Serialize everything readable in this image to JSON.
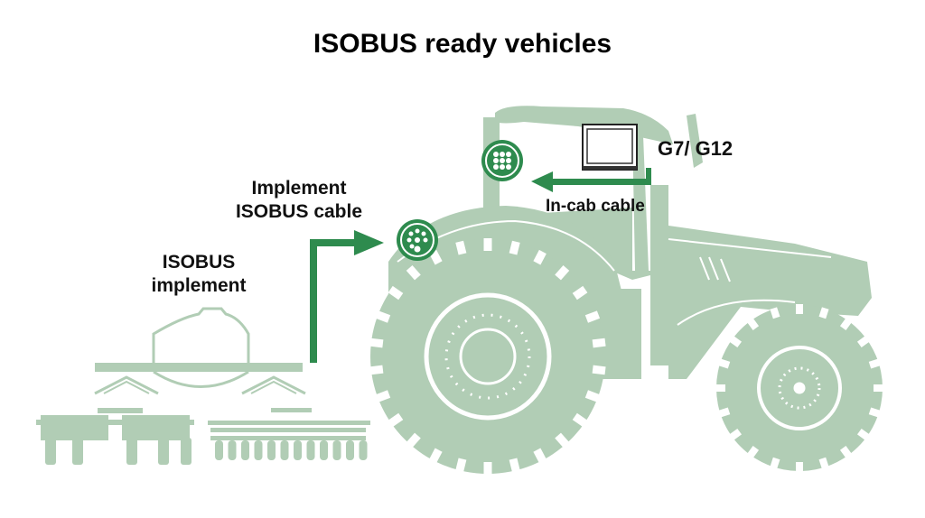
{
  "title": "ISOBUS ready vehicles",
  "labels": {
    "display": "G7/ G12",
    "in_cab_cable": "In-cab cable",
    "implement_cable_line1": "Implement",
    "implement_cable_line2": "ISOBUS cable",
    "isobus_implement_line1": "ISOBUS",
    "isobus_implement_line2": "implement"
  },
  "colors": {
    "silhouette": "#b1cdb5",
    "accent": "#2e8b4e",
    "text": "#111111"
  },
  "icons": {
    "cab_connector": "9-pin-connector-icon",
    "implement_connector": "round-connector-icon",
    "display": "terminal-display-icon"
  }
}
